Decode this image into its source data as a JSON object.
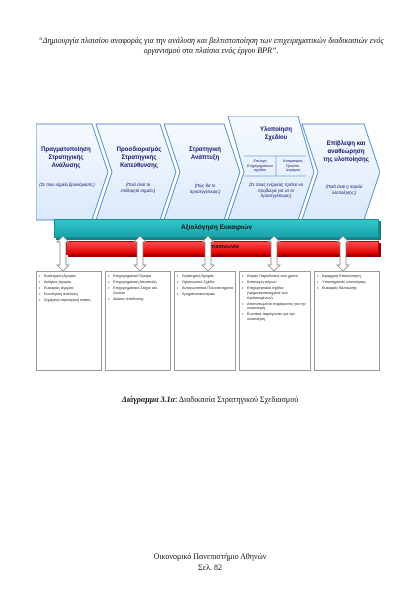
{
  "header": {
    "line1": "“Δημιουργία πλαισίου αναφοράς για την ανάλυση και βελτιστοποίηση των επιχειρηματικών διαδικασιών ενός",
    "line2": "οργανισμού στα πλαίσια ενός έργου BPR”."
  },
  "chevrons": [
    {
      "title": [
        "Πραγματοποίηση",
        "Στρατηγικής",
        "Ανάλυσης"
      ],
      "question": "(Σε ποιο σημείο βρισκόμαστε;)"
    },
    {
      "title": [
        "Προσδιορισμός",
        "Στρατηγικής",
        "Κατεύθυνσης"
      ],
      "question": "(Ποιό είναι το επιθυμητό σημείο;)"
    },
    {
      "title": [
        "Στρατηγική",
        "Ανάπτυξη"
      ],
      "question": "(Πώς θα το προσεγγίσουμε;)"
    },
    {
      "title": [
        "Υλοποίηση",
        "Σχεδίου"
      ],
      "sub_left": [
        "Επιλογή",
        "Επιχειρηματικού",
        "σχεδίου"
      ],
      "sub_right": [
        "Καταρτισμός",
        "Προϋπο-",
        "λογισμού"
      ],
      "question": "(Σε ποιες ενέργειες πρέπει να προβούμε για να το προσεγγίσουμε;)"
    },
    {
      "title": [
        "Επίβλεψη και",
        "αναθεώρηση",
        "της υλοποίησης"
      ],
      "question": "(Ποιά είναι η πορεία υλοποίησης;)"
    }
  ],
  "band_teal": "Αξιολόγηση Ευκαιριών",
  "band_red": "Επικοινωνία",
  "boxes": [
    [
      "Κατάτμηση Αγοράς",
      "Ανάγκες Αγοράς",
      "Ευκαιρίες Αγοράς",
      "Εσωτερική ανάλυση",
      "Σημερινή στρατηγική στάση"
    ],
    [
      "Επιχειρηματικό Όραμα",
      "Επιχειρηματική Αποστολή",
      "Επιχειρηματικοί Στόχοι και Σκοποί",
      "Δείκτες Απόδοσης"
    ],
    [
      "Στρατηγική Αγοράς",
      "Οργανωτικό Σχέδιο",
      "Ανταγωνιστικά Πλεονεκτήματα",
      "Χρηματοοικονομικά"
    ],
    [
      "Κύριες Παραδόσεις ανά χρόνο",
      "Κατανομή πόρων",
      "Επιχειρησιακά σχέδια (τμηματικοποιημένα των προϊσταμένων)",
      "Αποτυπωμένοι παράγοντες για την υλοποίηση",
      "Ευνοϊκοί παράγοντες για την υλοποίηση"
    ],
    [
      "Ιεραρχική Επισκόπηση",
      "Υποστηρικτές υλοποίησης",
      "Ευκαιρίες Βελτίωσης"
    ]
  ],
  "caption": {
    "label": "Διάγραμμα 3.1α",
    "text": ": Διαδικασία Στρατηγικού Σχεδιασμού"
  },
  "footer": {
    "university": "Οικονομικό Πανεπιστήμιο Αθηνών",
    "page": "Σελ. 82"
  },
  "colors": {
    "chevron_fill": "#eaf3ff",
    "chevron_stroke": "#3a7ec8",
    "teal": "#1fb0b6",
    "red": "#e60000",
    "title_text": "#13136b"
  }
}
